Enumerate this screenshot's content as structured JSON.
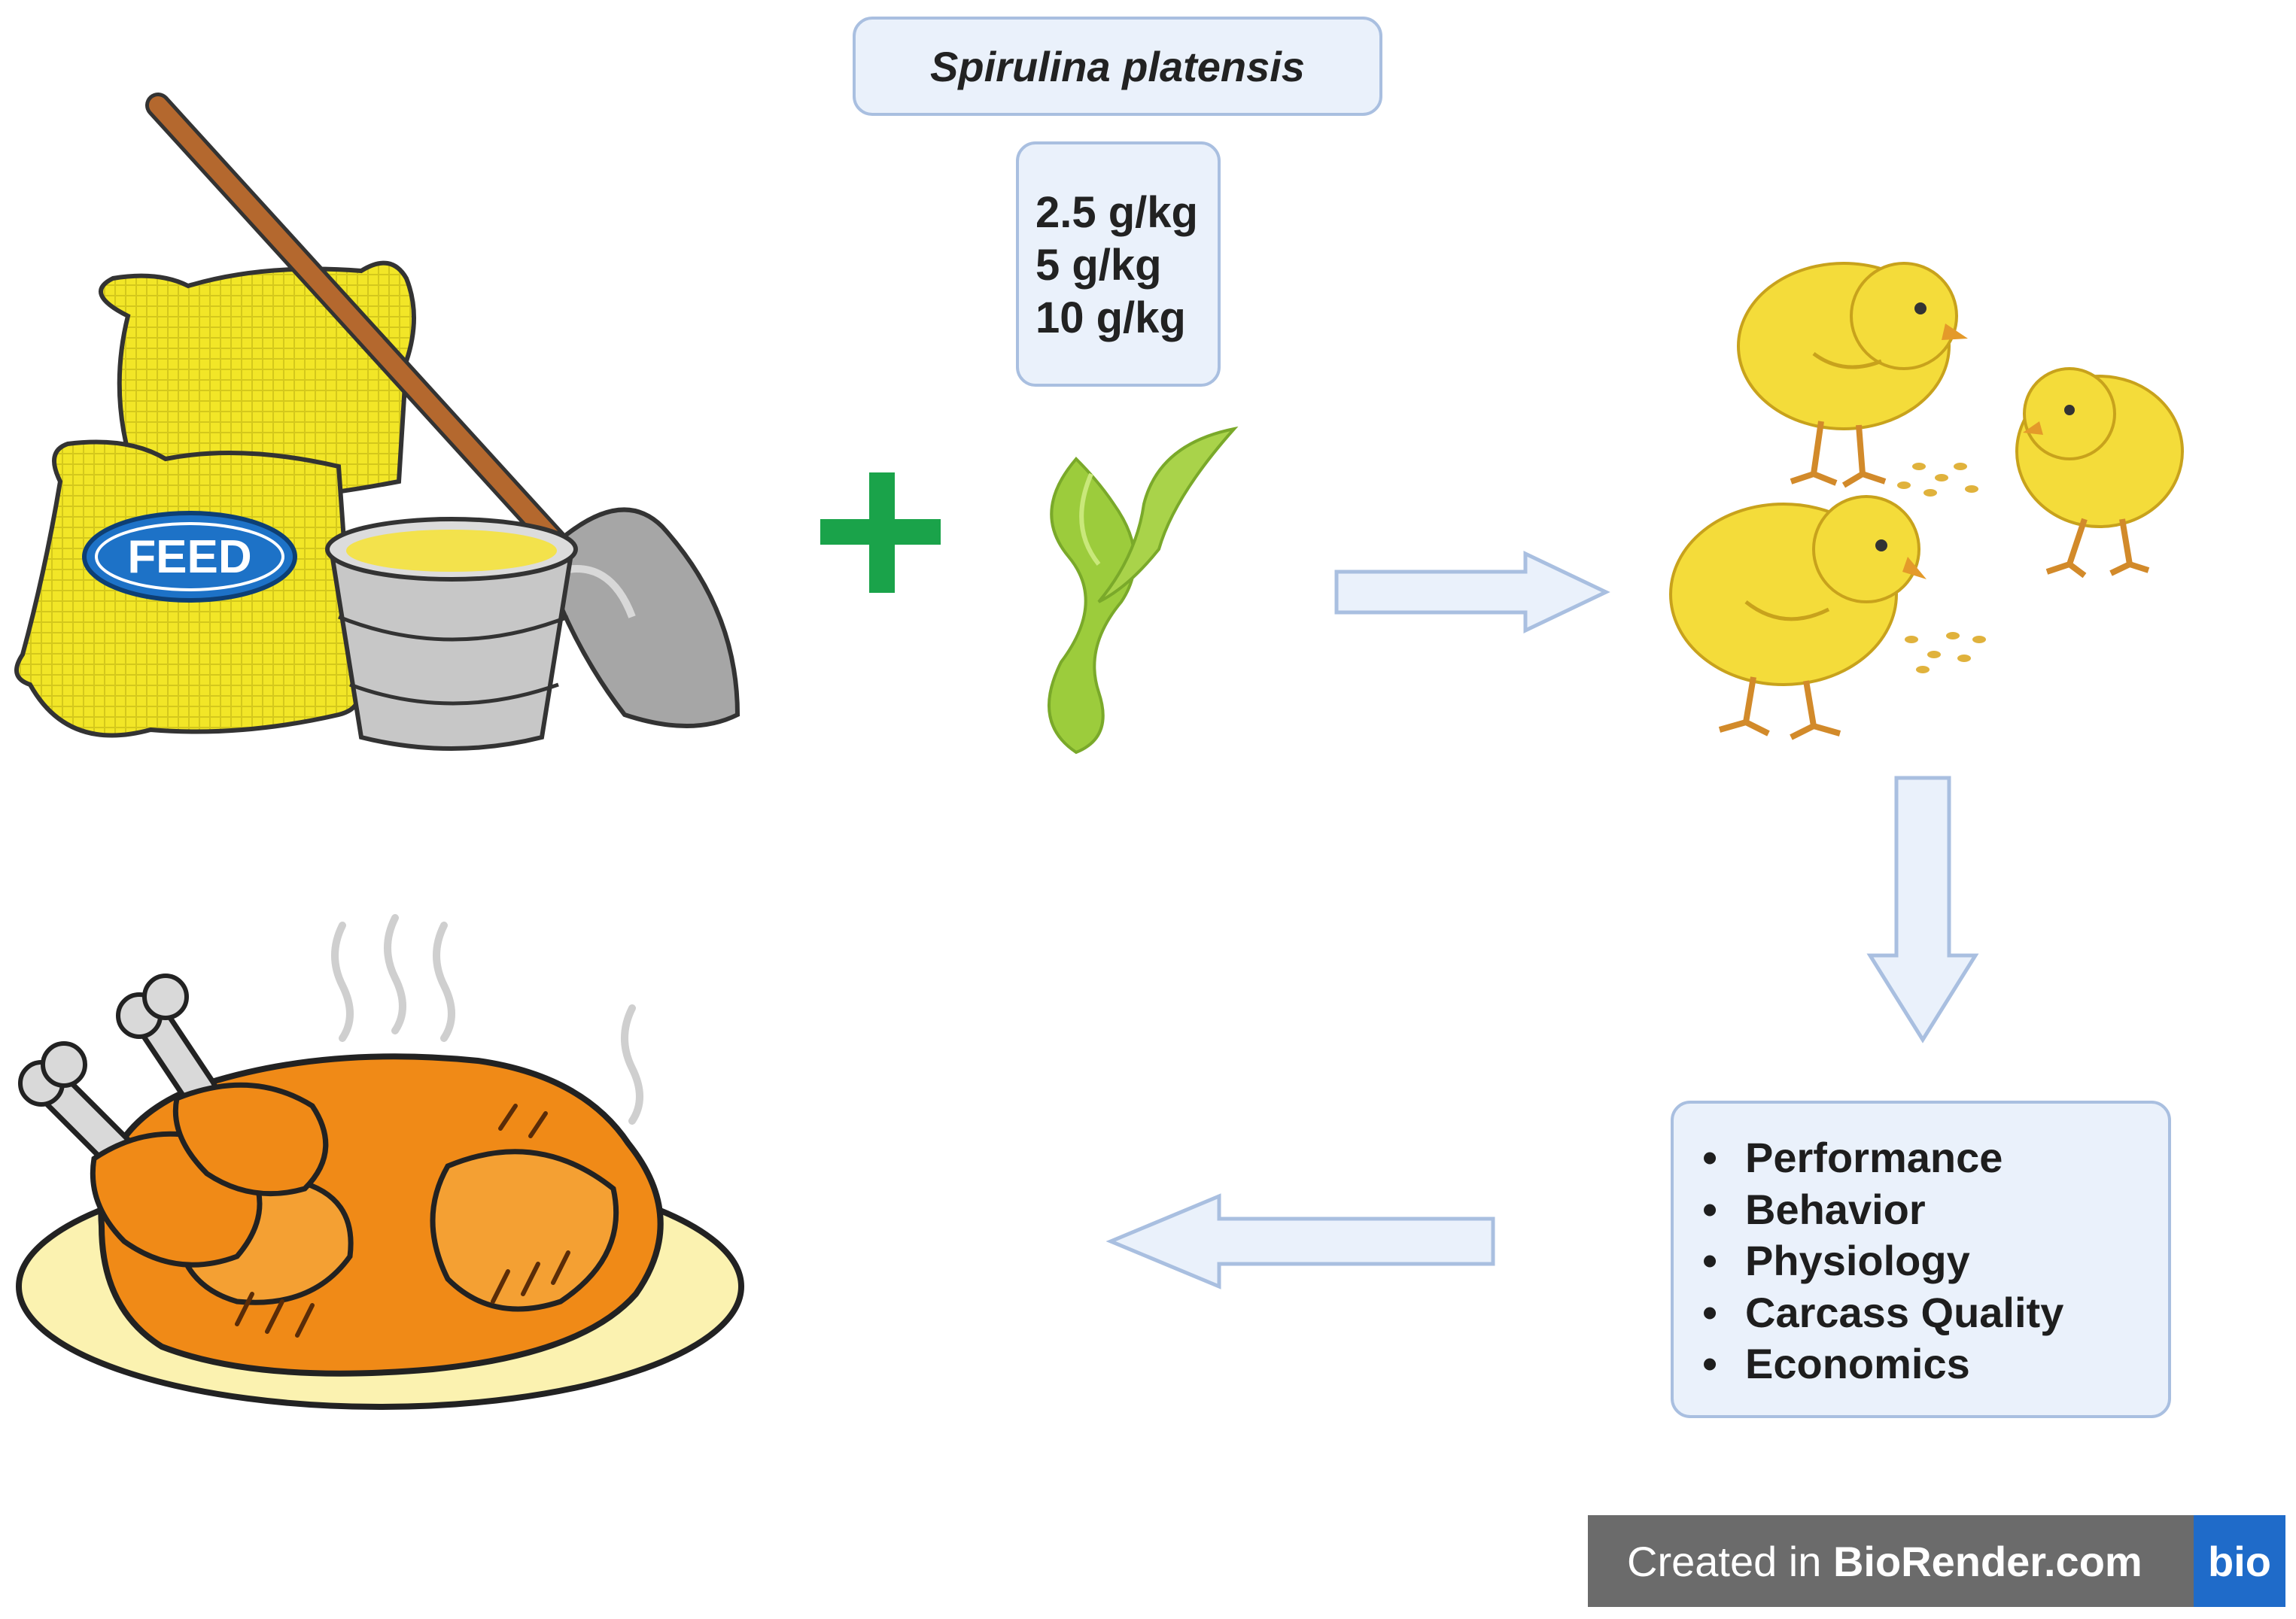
{
  "diagram": {
    "title": "Spirulina platensis",
    "doses": [
      "2.5 g/kg",
      "5 g/kg",
      "10 g/kg"
    ],
    "feed_label": "FEED",
    "outcomes": [
      "Performance",
      "Behavior",
      "Physiology",
      "Carcass Quality",
      "Economics"
    ],
    "bullet": "•"
  },
  "footer": {
    "created_in": "Created in",
    "brand": "BioRender.com",
    "logo": "bio"
  },
  "colors": {
    "box_fill": "#eaf1fb",
    "box_border": "#a9bfe0",
    "plus_green": "#1aa34a",
    "sack_yellow": "#f2e627",
    "chick_yellow": "#f4dc3a",
    "roast_orange": "#f08a17",
    "spirulina_green": "#9ccc3c"
  }
}
